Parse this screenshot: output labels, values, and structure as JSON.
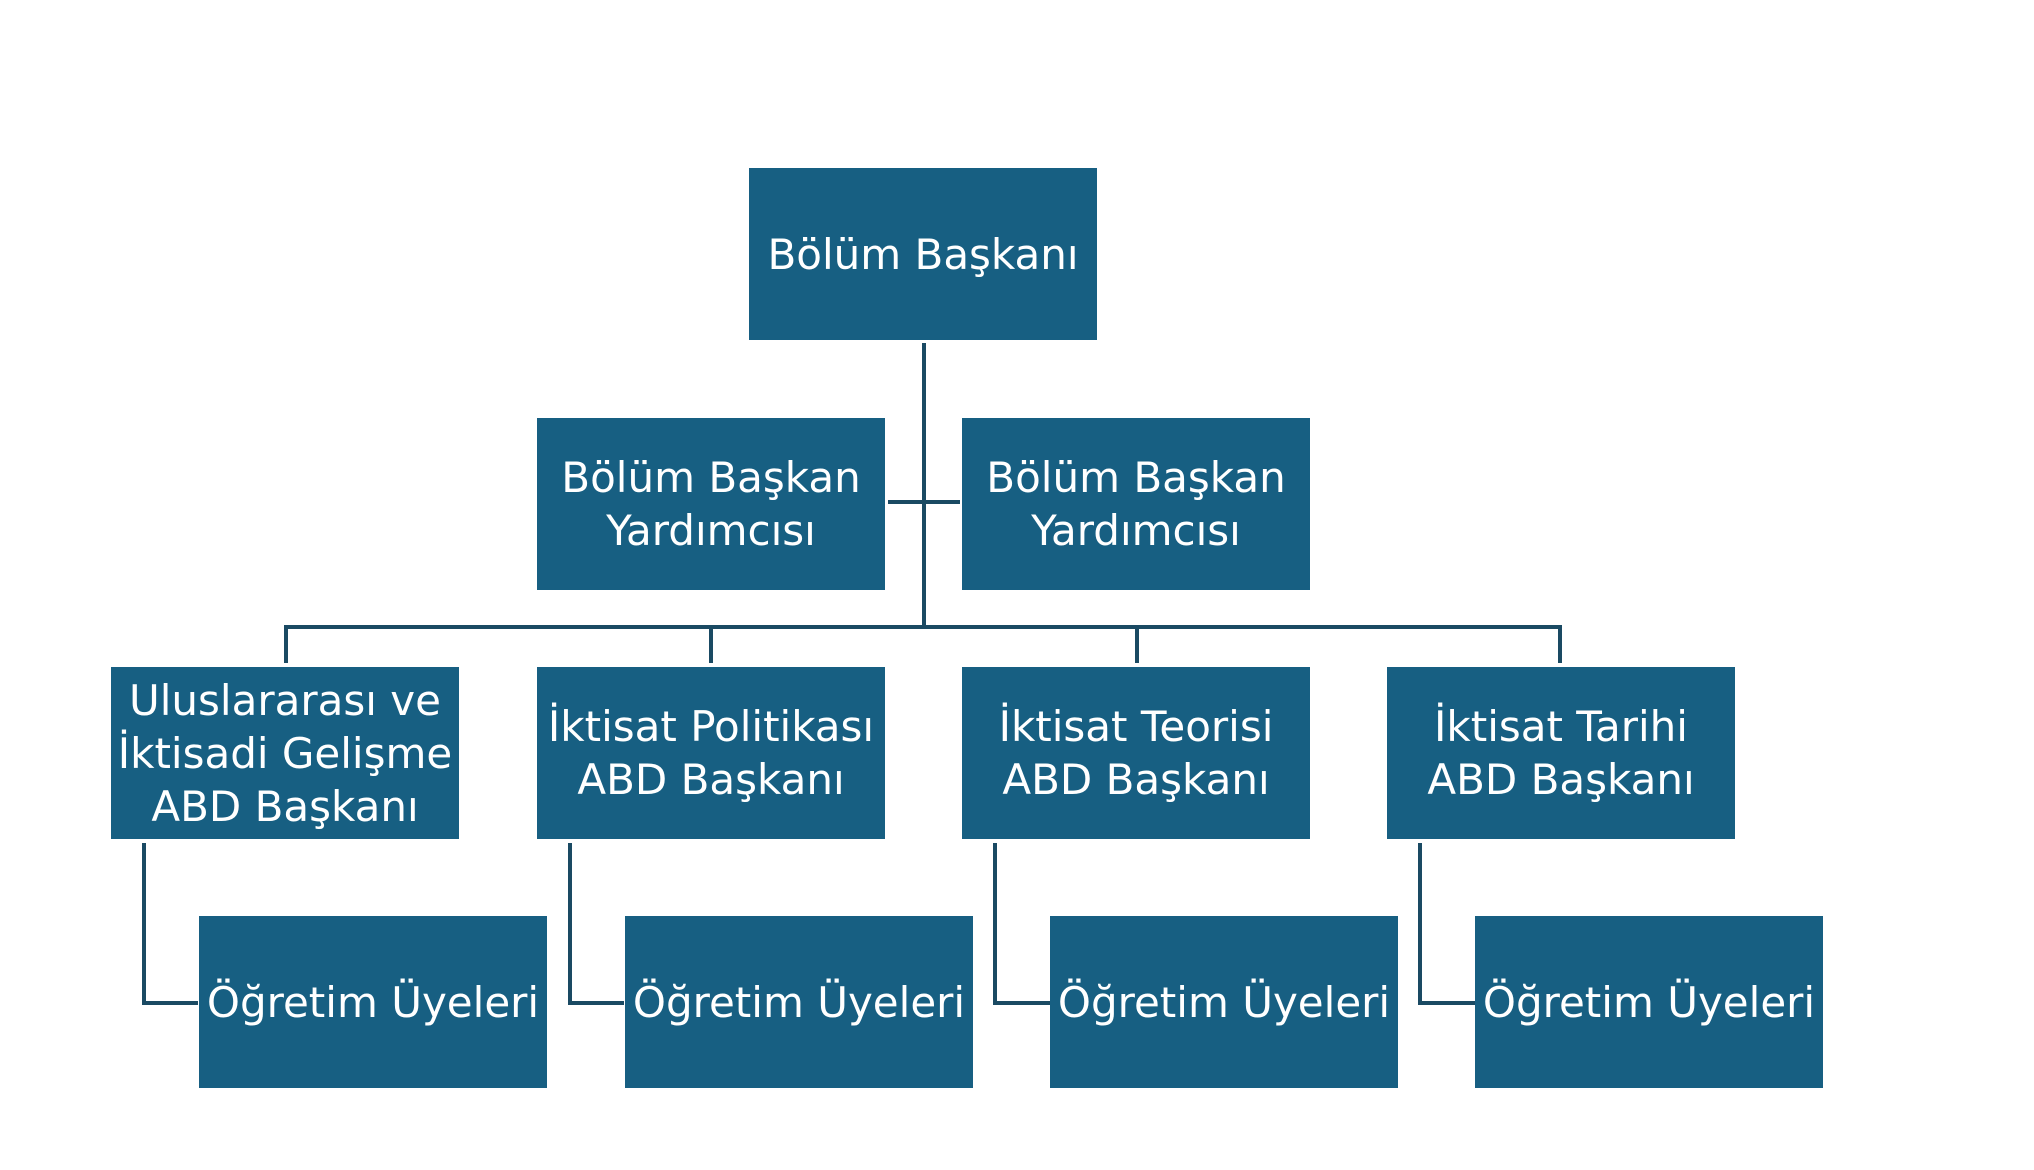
{
  "diagram": {
    "colors": {
      "box_fill": "#175f82",
      "box_text": "#ffffff",
      "connector": "#1a4a63",
      "background": "#ffffff"
    },
    "head": {
      "label": "Bölüm Başkanı"
    },
    "assistants": [
      {
        "label": "Bölüm Başkan\nYardımcısı"
      },
      {
        "label": "Bölüm Başkan\nYardımcısı"
      }
    ],
    "departments": [
      {
        "label": "Uluslararası ve\nİktisadi Gelişme\nABD Başkanı",
        "members_label": "Öğretim Üyeleri"
      },
      {
        "label": "İktisat Politikası\nABD Başkanı",
        "members_label": "Öğretim Üyeleri"
      },
      {
        "label": "İktisat Teorisi\nABD Başkanı",
        "members_label": "Öğretim Üyeleri"
      },
      {
        "label": "İktisat Tarihi\nABD Başkanı",
        "members_label": "Öğretim Üyeleri"
      }
    ]
  }
}
